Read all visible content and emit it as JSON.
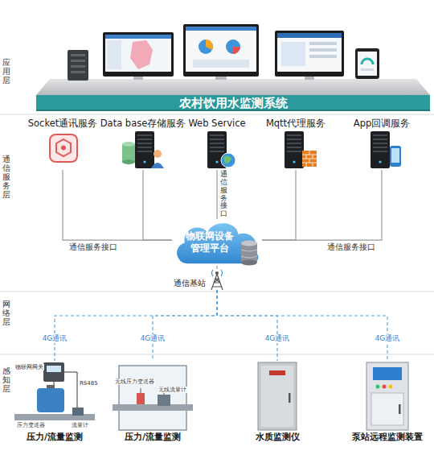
{
  "diagram": {
    "title": "农村饮用水监测系统",
    "nodes": [
      {
        "text": [
          "Socket通讯服务"
        ]
      },
      {
        "text": [
          "Data base存储服务"
        ]
      },
      {
        "text": [
          "Web Service"
        ]
      },
      {
        "text": [
          "Mqtt代理服务"
        ]
      },
      {
        "text": [
          "App回调服务"
        ]
      },
      {
        "text": [
          "物联网设备管理平台"
        ]
      },
      {
        "text": [
          "通信基站"
        ]
      },
      {
        "text": [
          "压力/流量监测"
        ]
      },
      {
        "text": [
          "压力/流量监测"
        ]
      },
      {
        "text": [
          "水质监测仪"
        ]
      },
      {
        "text": [
          "泵站远程监测装置"
        ]
      }
    ],
    "edges": [
      {
        "from": 0,
        "to": 5,
        "arrow": "none",
        "label": "通信服务接口"
      },
      {
        "from": 1,
        "to": 5,
        "arrow": "none"
      },
      {
        "from": 2,
        "to": 5,
        "arrow": "none",
        "label": "通信服务接口"
      },
      {
        "from": 3,
        "to": 5,
        "arrow": "none"
      },
      {
        "from": 4,
        "to": 5,
        "arrow": "none",
        "label": "通信服务接口"
      },
      {
        "from": 5,
        "to": 6,
        "arrow": "none"
      },
      {
        "from": 6,
        "to": 7,
        "arrow": "none",
        "label": "4G通讯"
      },
      {
        "from": 6,
        "to": 8,
        "arrow": "none",
        "label": "4G通讯"
      },
      {
        "from": 6,
        "to": 9,
        "arrow": "none",
        "label": "4G通讯"
      },
      {
        "from": 6,
        "to": 10,
        "arrow": "none",
        "label": "4G通讯"
      }
    ],
    "labels": [
      "应用层",
      "通信服务层",
      "网络层",
      "感知层",
      "物联网网关",
      "RS485",
      "压力变送器",
      "流量计",
      "无线压力变送器",
      "无线流量计"
    ]
  }
}
